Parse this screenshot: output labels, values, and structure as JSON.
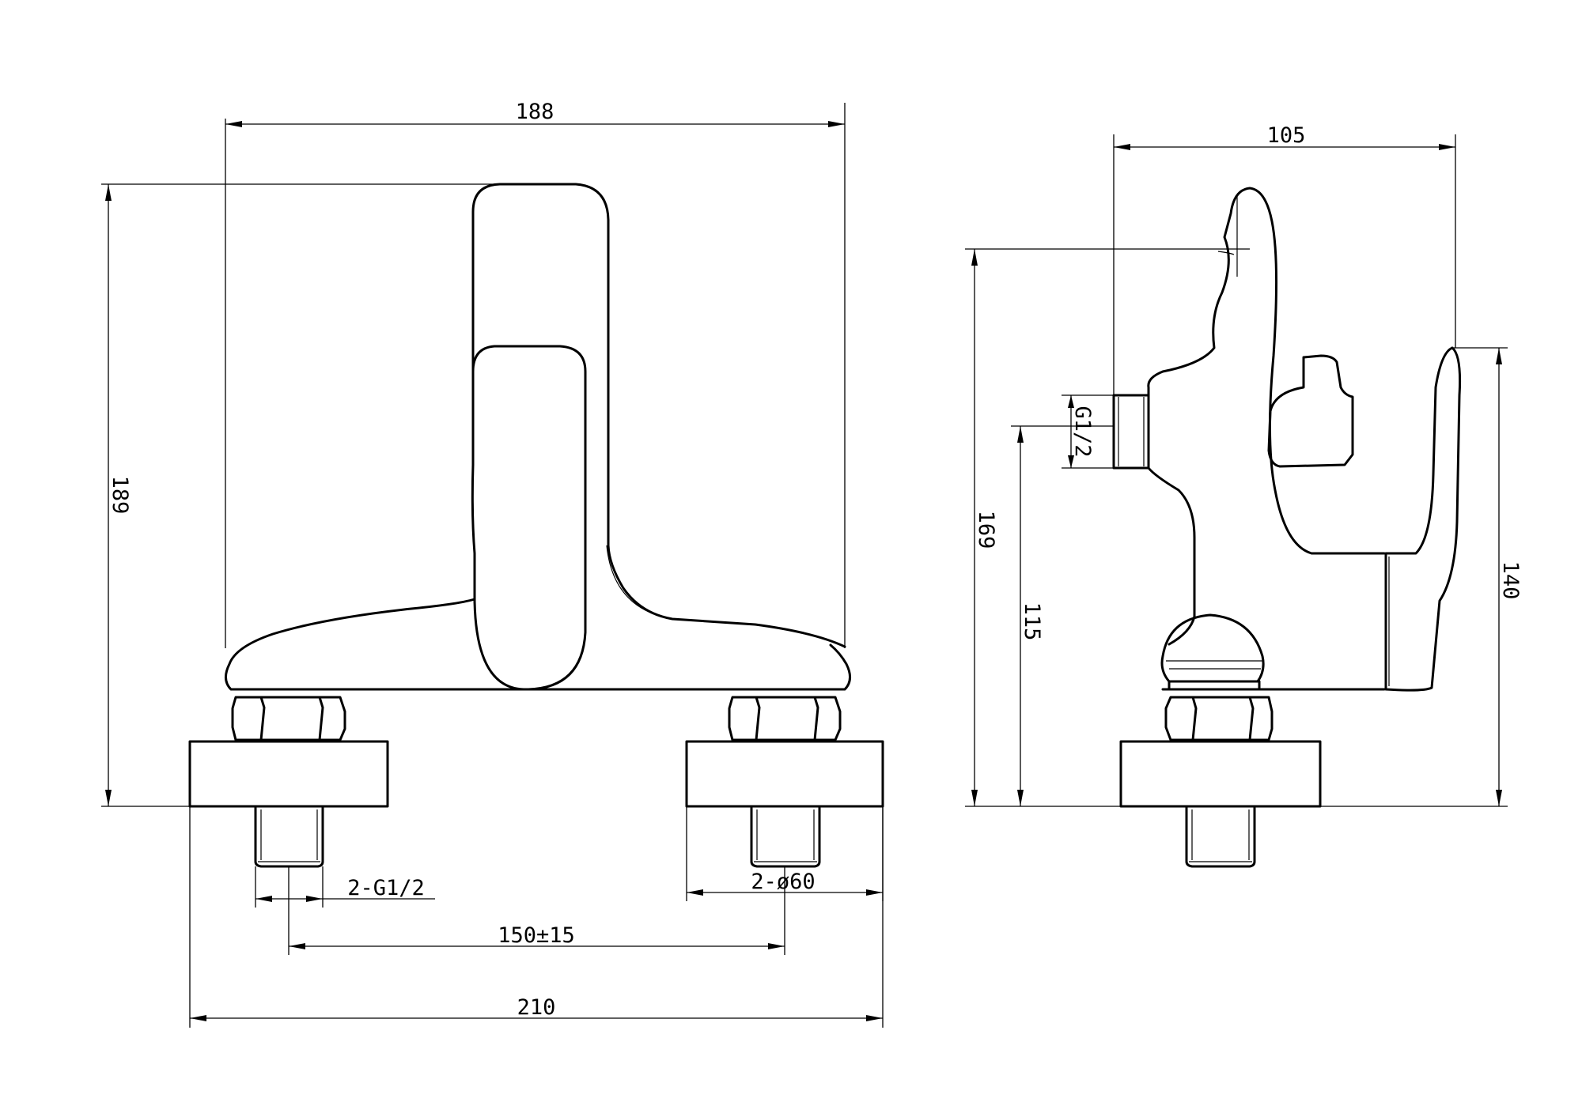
{
  "dimensions": {
    "front_width": "188",
    "front_height": "189",
    "inlet_thread": "2-G1/2",
    "flange_diameter": "2-ø60",
    "center_distance": "150±15",
    "overall_width": "210",
    "side_depth": "105",
    "side_height": "169",
    "side_outlet_height": "115",
    "side_handle_height": "140",
    "outlet_thread": "G1/2"
  },
  "colors": {
    "line": "#000000",
    "background": "#ffffff"
  }
}
